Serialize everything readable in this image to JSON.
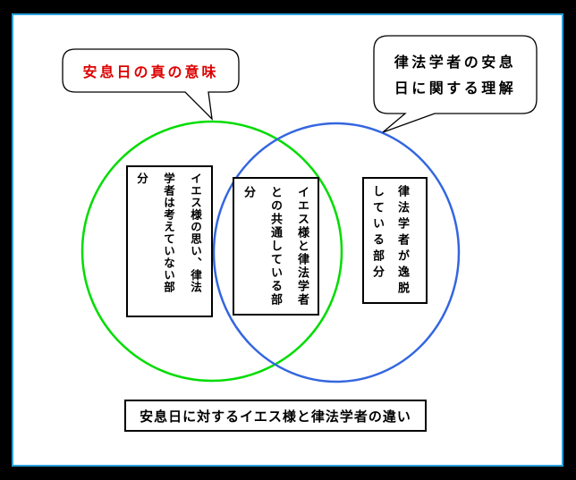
{
  "frame": {
    "border_color": "#000000",
    "accent_line_color": "#2aa0dc",
    "background": "#ffffff"
  },
  "callouts": {
    "left": {
      "text": "安息日の真の意味",
      "color": "#dd0000"
    },
    "right": {
      "text": "律法学者の安息\n日に関する理解",
      "color": "#000000"
    }
  },
  "venn": {
    "left_circle": {
      "color": "#00dc00"
    },
    "right_circle": {
      "color": "#3366e0"
    }
  },
  "regions": {
    "left_only": "イエス様の思い、律法\n学者は考えていない部\n分",
    "intersection": "イエス様と律法学者\nとの共通している部\n分",
    "right_only": "律法学者が逸脱\nしている部分"
  },
  "caption": "安息日に対するイエス様と律法学者の違い"
}
